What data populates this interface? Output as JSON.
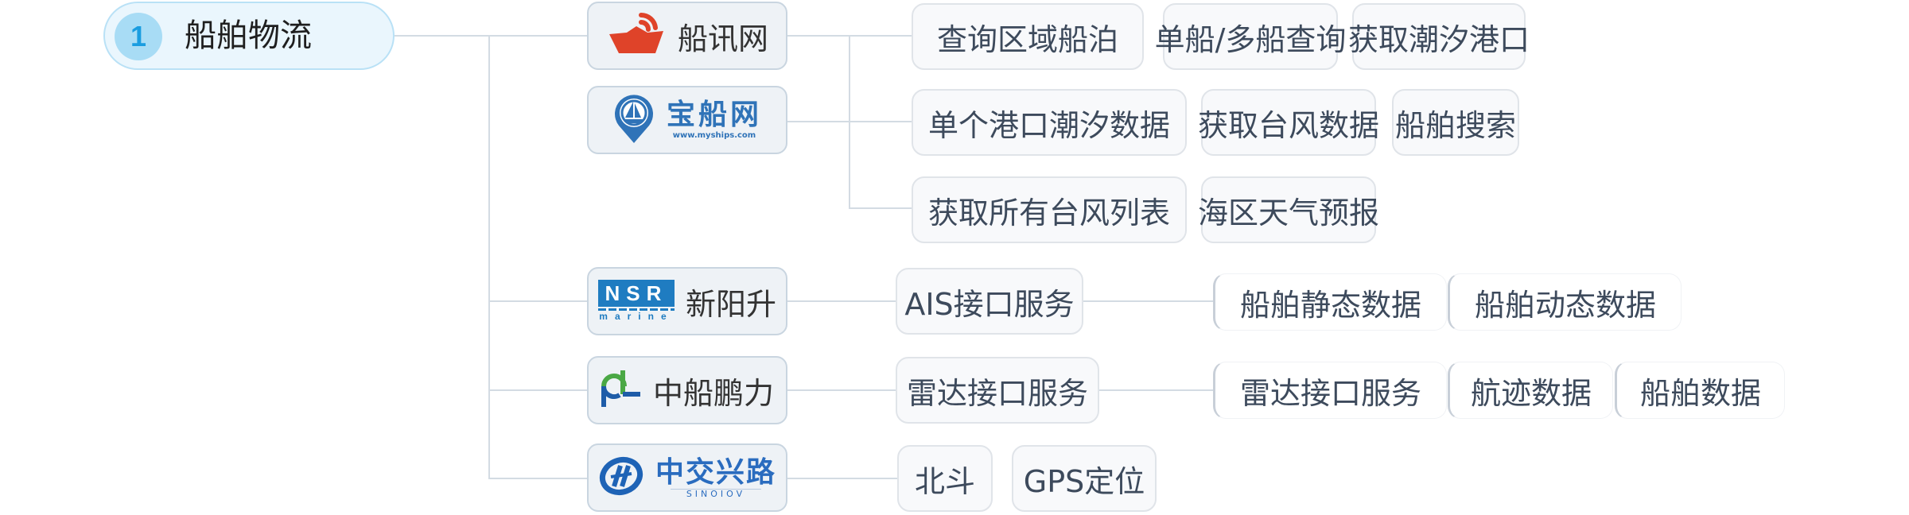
{
  "root": {
    "number": "1",
    "label": "船舶物流"
  },
  "colors": {
    "accent": "#1a9de0",
    "root_bg": "#eaf6fd",
    "provider_bg": "#eef2f6",
    "text": "#3d4a5c",
    "connector": "#d3dbe3"
  },
  "providers": [
    {
      "label": "船讯网",
      "icon": "ship-signal-logo-icon",
      "services": [
        [
          "查询区域船泊",
          "单船/多船查询",
          "获取潮汐港口"
        ]
      ]
    },
    {
      "label": "宝船网",
      "sublabel": "www.myships.com",
      "icon": "sailboat-pin-logo-icon",
      "services": [
        [
          "单个港口潮汐数据",
          "获取台风数据",
          "船舶搜索"
        ],
        [
          "获取所有台风列表",
          "海区天气预报"
        ]
      ]
    },
    {
      "label": "新阳升",
      "logo_text": "NSR",
      "logo_subtext": "marine",
      "icon": "nsr-marine-logo-icon",
      "services": [
        {
          "label": "AIS接口服务",
          "children": [
            "船舶静态数据",
            "船舶动态数据"
          ]
        }
      ]
    },
    {
      "label": "中船鹏力",
      "icon": "pl-logo-icon",
      "services": [
        {
          "label": "雷达接口服务",
          "children": [
            "雷达接口服务",
            "航迹数据",
            "船舶数据"
          ]
        }
      ]
    },
    {
      "label": "中交兴路",
      "sublabel": "SINOIOV",
      "icon": "sinoiov-logo-icon",
      "services": [
        [
          "北斗",
          "GPS定位"
        ]
      ]
    }
  ]
}
